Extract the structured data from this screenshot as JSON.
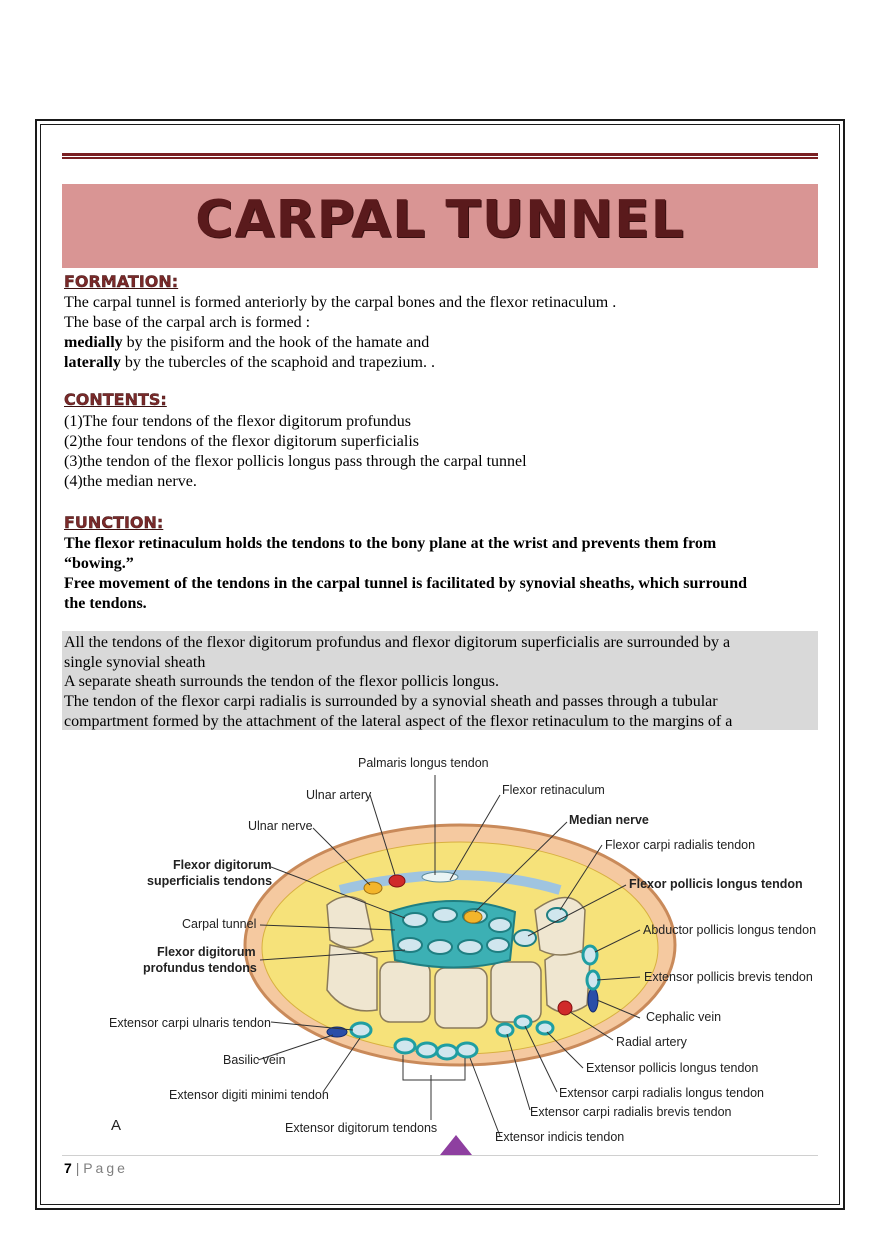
{
  "title": "CARPAL TUNNEL",
  "formation": {
    "heading": "FORMATION:",
    "line1": "The carpal tunnel is formed anteriorly by the carpal bones and the flexor retinaculum .",
    "line2": "The base of the carpal arch is formed :",
    "line3_bold": "medially",
    "line3_rest": " by the pisiform and the hook of the hamate and",
    "line4_bold": "laterally",
    "line4_rest": " by the tubercles of the scaphoid and trapezium. ."
  },
  "contents": {
    "heading": "CONTENTS:",
    "items": [
      "(1)The four tendons of the flexor digitorum profundus",
      "(2)the four tendons of the flexor digitorum superficialis",
      "(3)the tendon of the flexor pollicis longus pass through the carpal tunnel",
      "(4)the median nerve."
    ]
  },
  "function": {
    "heading": "FUNCTION:",
    "bold_lines": [
      "The flexor retinaculum holds the tendons to the bony plane at the wrist and prevents them from",
      "“bowing.”",
      "Free movement of the tendons in the carpal tunnel is facilitated by synovial sheaths, which surround",
      "the tendons."
    ],
    "grey_lines": [
      "All the tendons of the flexor digitorum profundus and flexor digitorum superficialis are surrounded by a",
      "single synovial sheath",
      "A separate sheath surrounds the tendon of the flexor pollicis longus.",
      "The tendon of the flexor carpi radialis is surrounded by a synovial sheath and passes through a tubular",
      "compartment formed by the attachment of the lateral aspect of the flexor retinaculum to the margins of a"
    ]
  },
  "figure": {
    "panel_letter": "A",
    "labels": {
      "palmaris_longus": "Palmaris longus tendon",
      "ulnar_artery": "Ulnar artery",
      "flexor_retinaculum": "Flexor retinaculum",
      "ulnar_nerve": "Ulnar nerve",
      "median_nerve": "Median nerve",
      "fcr": "Flexor carpi radialis tendon",
      "fds_1": "Flexor digitorum",
      "fds_2": "superficialis tendons",
      "fpl": "Flexor pollicis longus tendon",
      "carpal_tunnel": "Carpal tunnel",
      "apl": "Abductor pollicis longus tendon",
      "fdp_1": "Flexor digitorum",
      "fdp_2": "profundus tendons",
      "epb": "Extensor pollicis brevis tendon",
      "ecu": "Extensor carpi ulnaris tendon",
      "cephalic": "Cephalic vein",
      "radial_artery": "Radial artery",
      "basilic": "Basilic vein",
      "epl": "Extensor pollicis longus tendon",
      "edm": "Extensor digiti minimi tendon",
      "ecrl": "Extensor carpi radialis longus tendon",
      "ecrb": "Extensor carpi radialis brevis tendon",
      "ed": "Extensor digitorum tendons",
      "ei": "Extensor indicis tendon"
    }
  },
  "footer": {
    "page_number": "7",
    "separator": "|",
    "label": "Page"
  },
  "colors": {
    "title_band": "#d99594",
    "title_text": "#5a1a1c",
    "rule": "#7a1f22",
    "grey_band": "#d9d9d9",
    "triangle": "#8e3fa0"
  }
}
